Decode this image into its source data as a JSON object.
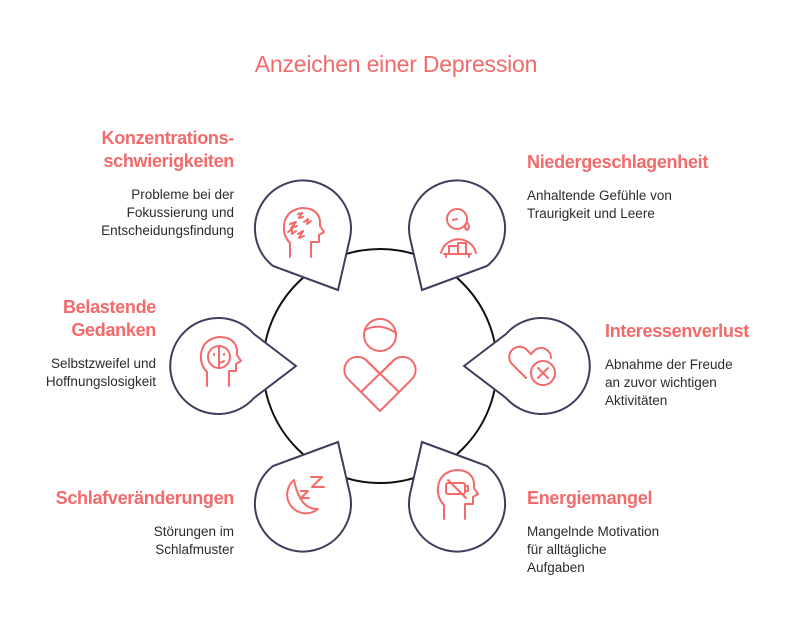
{
  "title": "Anzeichen einer Depression",
  "colors": {
    "accent": "#f26a6a",
    "outline": "#3b3f5c",
    "ring": "#111111",
    "text": "#2b2b2b"
  },
  "center": {
    "icon": "person-heart-icon"
  },
  "items": [
    {
      "id": "konzentration",
      "side": "left",
      "title_lines": [
        "Konzentrations-",
        "schwierigkeiten"
      ],
      "desc_lines": [
        "Probleme bei der",
        "Fokussierung und",
        "Entscheidungsfindung"
      ],
      "icon": "confused-head-icon"
    },
    {
      "id": "niedergeschlagenheit",
      "side": "right",
      "title_lines": [
        "Niedergeschlagenheit"
      ],
      "desc_lines": [
        "Anhaltende Gefühle von",
        "Traurigkeit und Leere"
      ],
      "icon": "sad-person-icon"
    },
    {
      "id": "belastende-gedanken",
      "side": "left",
      "title_lines": [
        "Belastende",
        "Gedanken"
      ],
      "desc_lines": [
        "Selbstzweifel und",
        "Hoffnungslosigkeit"
      ],
      "icon": "split-face-head-icon"
    },
    {
      "id": "interessenverlust",
      "side": "right",
      "title_lines": [
        "Interessenverlust"
      ],
      "desc_lines": [
        "Abnahme der Freude",
        "an zuvor wichtigen",
        "Aktivitäten"
      ],
      "icon": "heart-cross-icon"
    },
    {
      "id": "schlafveraenderungen",
      "side": "left",
      "title_lines": [
        "Schlafveränderungen"
      ],
      "desc_lines": [
        "Störungen im",
        "Schlafmuster"
      ],
      "icon": "moon-sleep-icon"
    },
    {
      "id": "energiemangel",
      "side": "right",
      "title_lines": [
        "Energiemangel"
      ],
      "desc_lines": [
        "Mangelnde Motivation",
        "für alltägliche",
        "Aufgaben"
      ],
      "icon": "empty-battery-head-icon"
    }
  ]
}
